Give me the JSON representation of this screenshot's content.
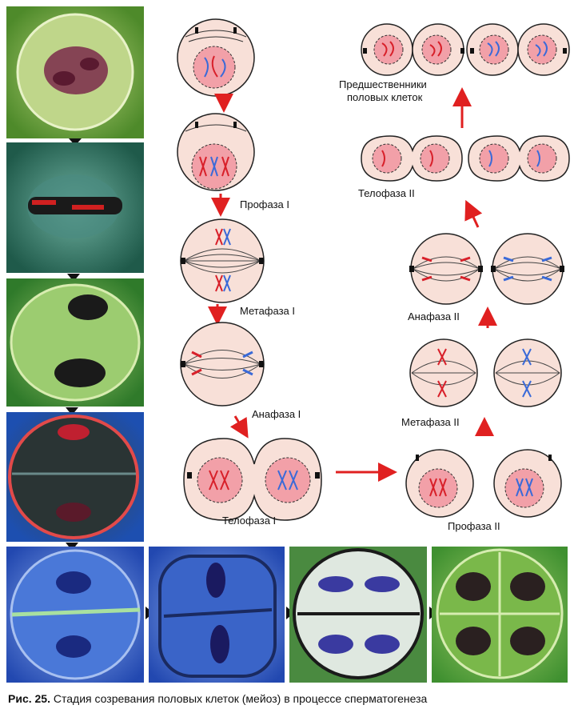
{
  "labels": {
    "prophase1": "Профаза I",
    "metaphase1": "Метафаза I",
    "anaphase1": "Анафаза I",
    "telophase1": "Телофаза I",
    "prophase2": "Профаза II",
    "metaphase2": "Метафаза II",
    "anaphase2": "Анафаза II",
    "telophase2": "Телофаза II",
    "precursors_line1": "Предшественники",
    "precursors_line2": "половых клеток"
  },
  "caption": {
    "prefix": "Рис. 25.",
    "text": " Стадия созревания половых клеток (мейоз) в процессе сперматогенеза"
  },
  "colors": {
    "arrow": "#e02020",
    "cell_fill": "#f8e0d8",
    "nucleus_fill": "#f2a0a8",
    "chrom_red": "#d8202a",
    "chrom_blue": "#3a6ad8",
    "photo_green": "#6fae3a",
    "photo_teal": "#2e7a6a",
    "photo_blue": "#2d5fc8"
  },
  "icons": [
    "down-triangle-icon",
    "right-triangle-icon",
    "red-arrow-icon"
  ]
}
